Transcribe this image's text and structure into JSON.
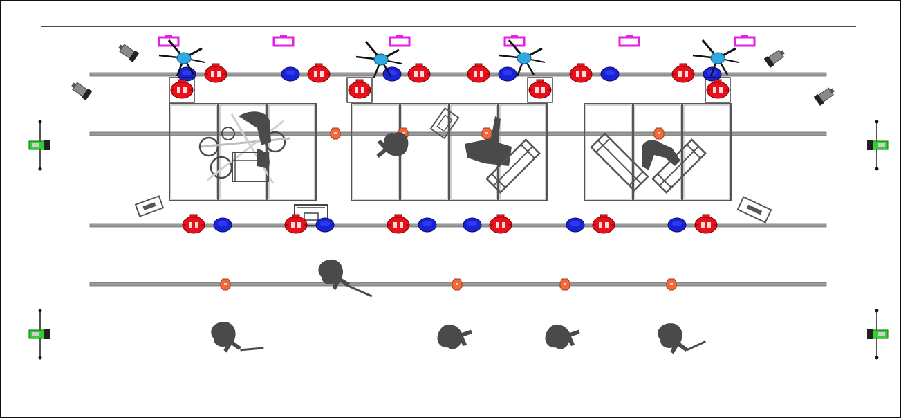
{
  "diagram": {
    "kind": "stage-lighting-plot",
    "colors": {
      "background": "#ffffff",
      "frame": "#111111",
      "pipe": "#9a9a9a",
      "pipe_edge": "#6f6f6f",
      "red_fixture": "#e8101a",
      "blue_fixture": "#1a22d6",
      "orange_fixture": "#f26a3a",
      "magenta_fixture": "#e61ee6",
      "cyan_moving_head": "#2fa9e0",
      "green_fixture": "#2fd02f",
      "gray_fixture": "#8a8a8a",
      "dark_figure": "#4a4a4a",
      "platform_line": "#444444"
    },
    "legend_symbols": [
      "red-wash-fixture",
      "blue-wash-fixture",
      "orange-small-fixture",
      "magenta-led-bar",
      "cyan-moving-head",
      "green-side-fixture",
      "gray-profile-fixture",
      "performer-figure"
    ]
  }
}
